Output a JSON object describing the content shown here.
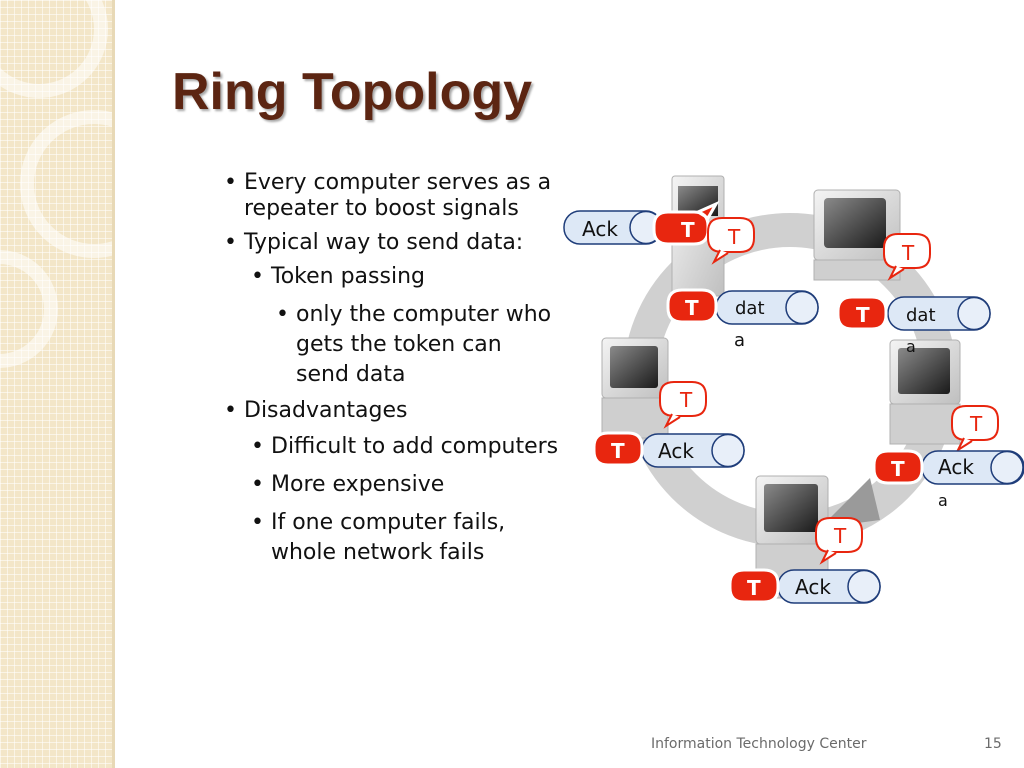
{
  "slide": {
    "title": "Ring Topology",
    "bullets": {
      "b1": "Every computer serves as a repeater to boost signals",
      "b2": "Typical way to send data:",
      "b2_sub1": "Token passing",
      "b2_sub1_sub1": "only the computer who gets the token can send data",
      "b3": "Disadvantages",
      "b3_sub1": "Difficult to add computers",
      "b3_sub2": "More expensive",
      "b3_sub3": "If one computer fails, whole network fails"
    },
    "footer": {
      "org": "Information Technology Center",
      "page": "15"
    }
  },
  "diagram": {
    "token_label": "T",
    "ack_label": "Ack",
    "data_label_1": "dat",
    "data_label_2": "a",
    "stray_a": "a",
    "colors": {
      "token_fill": "#e8260f",
      "pipe_fill": "#dde8f6",
      "bubble_stroke": "#e8260f",
      "ring": "#c9c9c9"
    }
  }
}
